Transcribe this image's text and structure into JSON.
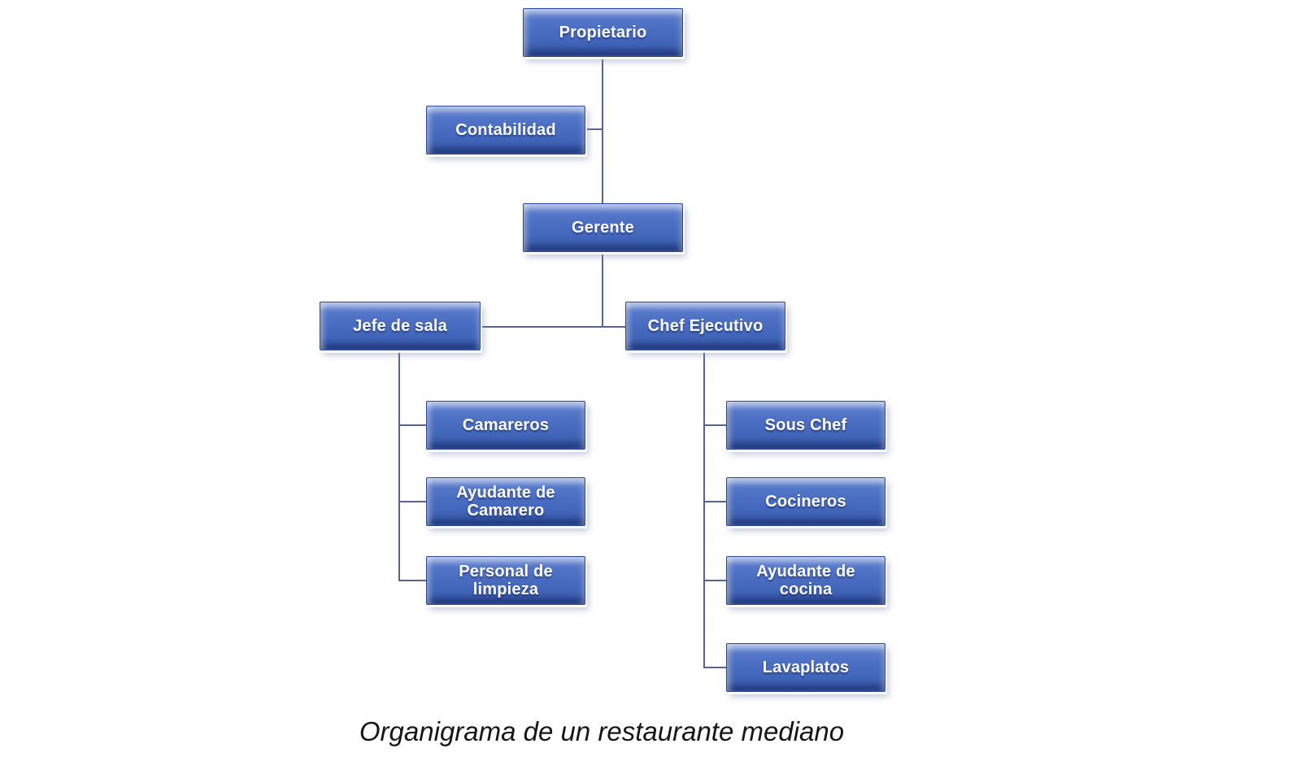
{
  "caption": {
    "text": "Organigrama de un restaurante mediano"
  },
  "colors": {
    "node_fill": "#4a6dc2",
    "node_fill_highlight": "#5e80cf",
    "node_fill_shadow": "#3a5cab",
    "node_border": "#2c4897",
    "node_text": "#ffffff",
    "connector": "#56648e",
    "background": "#ffffff",
    "caption_text": "#161616"
  },
  "chart": {
    "type": "org-chart",
    "nodes": [
      {
        "id": "propietario",
        "label": "Propietario",
        "reports_to": null
      },
      {
        "id": "contabilidad",
        "label": "Contabilidad",
        "reports_to": "propietario"
      },
      {
        "id": "gerente",
        "label": "Gerente",
        "reports_to": "propietario"
      },
      {
        "id": "jefe-de-sala",
        "label": "Jefe de sala",
        "reports_to": "gerente"
      },
      {
        "id": "chef-ejecutivo",
        "label": "Chef Ejecutivo",
        "reports_to": "gerente"
      },
      {
        "id": "camareros",
        "label": "Camareros",
        "reports_to": "jefe-de-sala"
      },
      {
        "id": "ayudante-de-camarero",
        "label": "Ayudante de Camarero",
        "reports_to": "jefe-de-sala"
      },
      {
        "id": "personal-de-limpieza",
        "label": "Personal de limpieza",
        "reports_to": "jefe-de-sala"
      },
      {
        "id": "sous-chef",
        "label": "Sous Chef",
        "reports_to": "chef-ejecutivo"
      },
      {
        "id": "cocineros",
        "label": "Cocineros",
        "reports_to": "chef-ejecutivo"
      },
      {
        "id": "ayudante-de-cocina",
        "label": "Ayudante de cocina",
        "reports_to": "chef-ejecutivo"
      },
      {
        "id": "lavaplatos",
        "label": "Lavaplatos",
        "reports_to": "chef-ejecutivo"
      }
    ]
  }
}
